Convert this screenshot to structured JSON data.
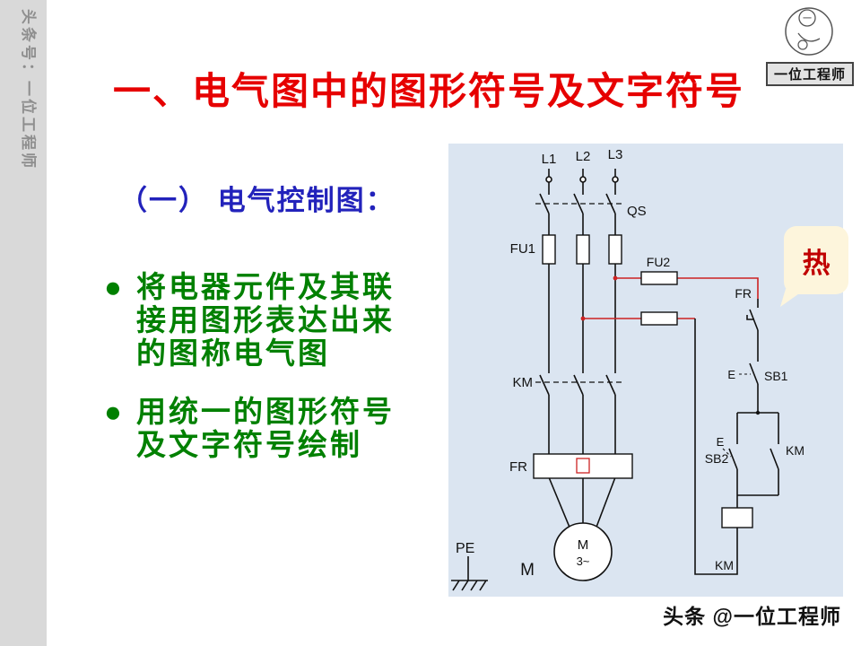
{
  "header": {
    "title": "一、电气图中的图形符号及文字符号"
  },
  "content": {
    "subtitle": "（一） 电气控制图：",
    "bullets": [
      {
        "marker": "●",
        "text": "将电器元件及其联接用图形表达出来的图称电气图"
      },
      {
        "marker": "●",
        "text": "用统一的图形符号及文字符号绘制"
      }
    ]
  },
  "callout": {
    "text": "热"
  },
  "diagram": {
    "phase_l1": "L1",
    "phase_l2": "L2",
    "phase_l3": "L3",
    "switch": "QS",
    "fuse_main": "FU1",
    "fuse_control": "FU2",
    "thermal_contact": "FR",
    "contactor_main": "KM",
    "thermal_element": "FR",
    "actuator_sb1": "E",
    "stop_button": "SB1",
    "actuator_sb2": "E",
    "start_button": "SB2",
    "contactor_aux": "KM",
    "contactor_coil": "KM",
    "earth": "PE",
    "motor_label": "M",
    "motor_symbol": "M",
    "motor_phases": "3~"
  },
  "watermarks": {
    "left_strip": "头条号：一位工程师"
  },
  "logo": {
    "head_char": "一",
    "box_text": "一位工程师"
  },
  "footer": {
    "text": "头条 @一位工程师"
  },
  "colors": {
    "title": "#e60000",
    "subtitle": "#2222bb",
    "bullets": "#008000",
    "diagram_bg": "#dbe5f1",
    "wire_hot": "#cc2222",
    "callout_bg": "#fdf5dc",
    "callout_text": "#c00000"
  }
}
